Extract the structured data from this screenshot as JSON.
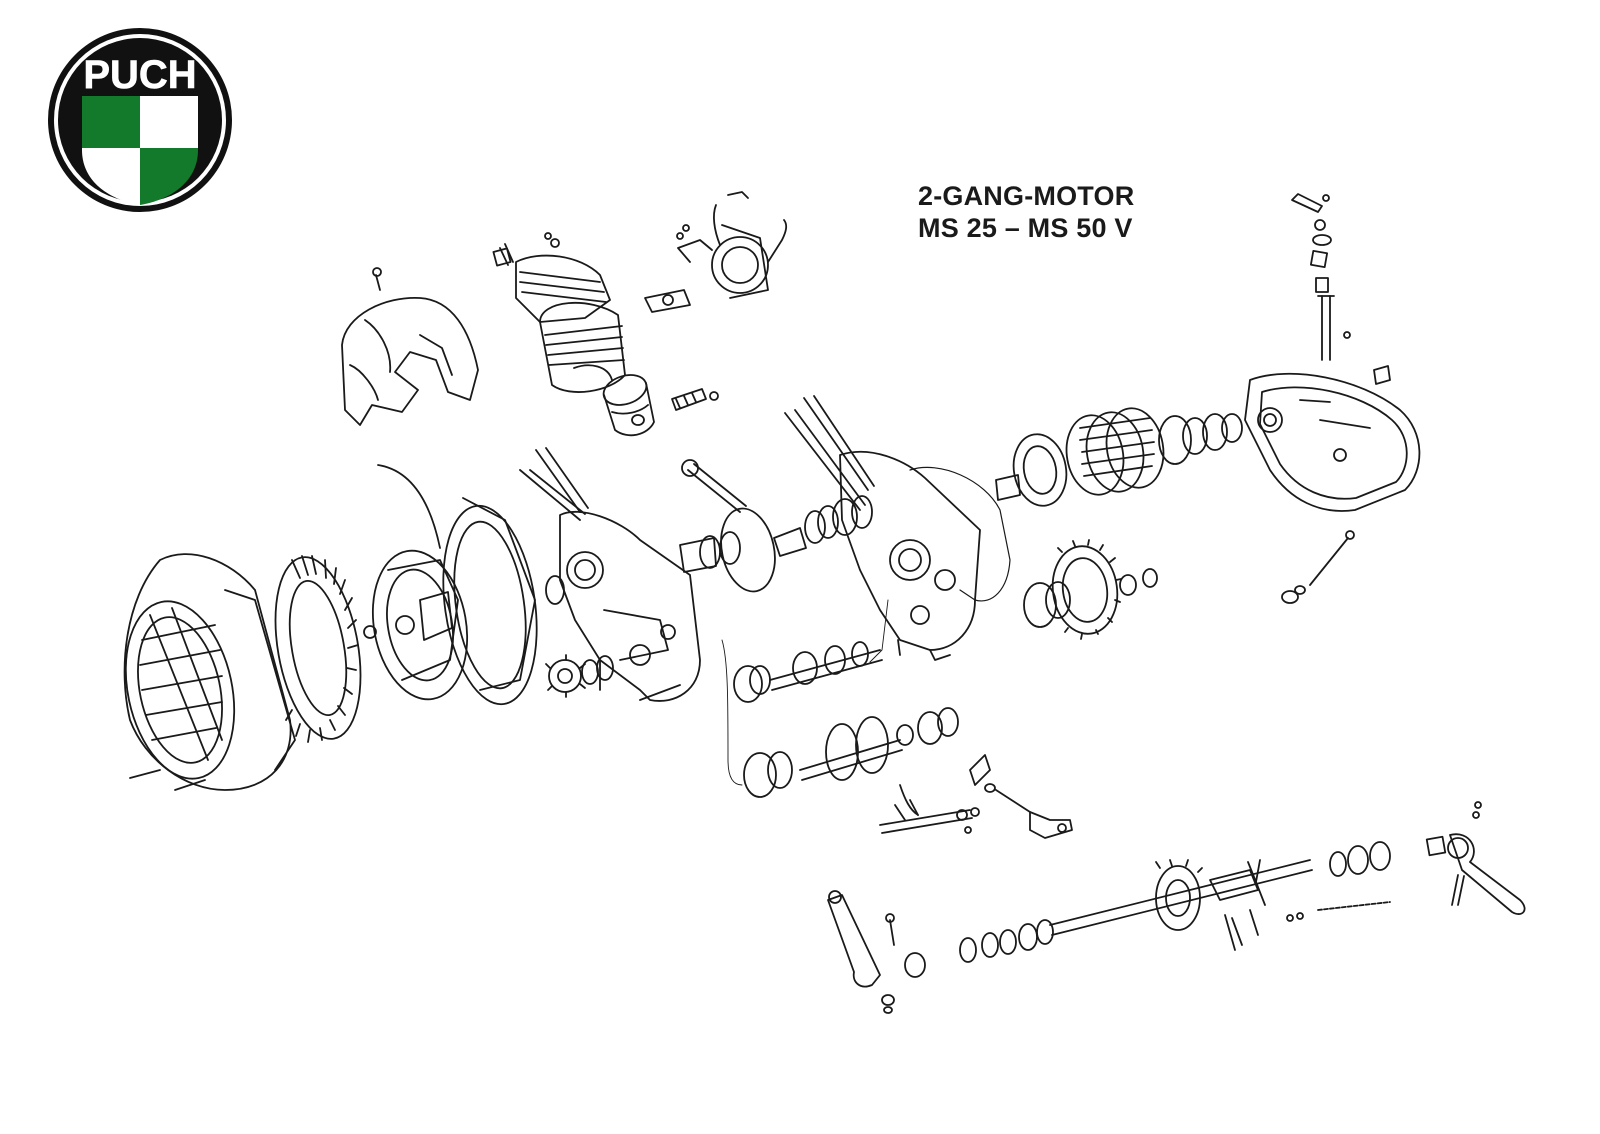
{
  "logo": {
    "text": "PUCH",
    "colors": {
      "green": "#127a2a",
      "black": "#111111",
      "white": "#ffffff"
    }
  },
  "title": {
    "line1": "2-GANG-MOTOR",
    "line2": "MS 25 – MS 50 V"
  },
  "colors": {
    "ink": "#1a1a1a",
    "paper": "#ffffff"
  }
}
